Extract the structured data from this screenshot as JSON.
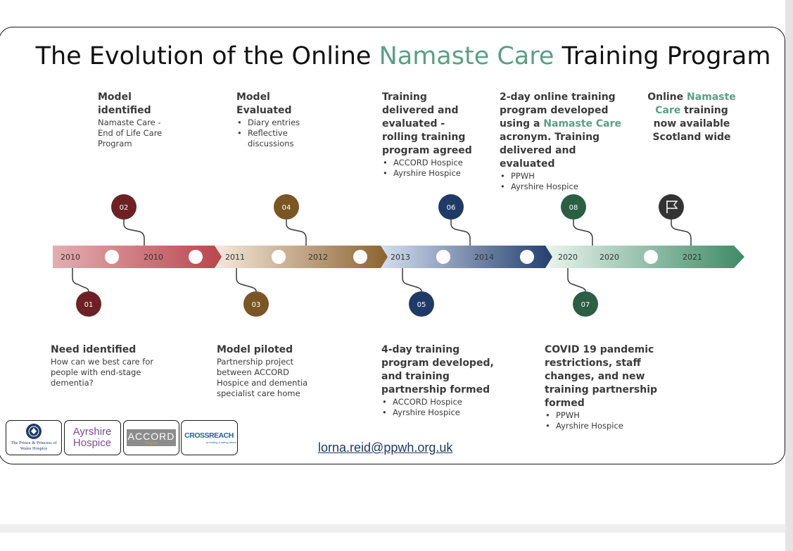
{
  "title": {
    "pre": "The Evolution of the Online ",
    "highlight": "Namaste Care",
    "post": " Training Program"
  },
  "colors": {
    "accent": "#5a9f86",
    "seg1": "#b9464d",
    "seg2": "#8b6230",
    "seg3": "#203c6b",
    "seg4": "#3f8b66"
  },
  "ticks": [
    "2010",
    "2010",
    "2011",
    "2012",
    "2013",
    "2014",
    "2020",
    "2020",
    "2021"
  ],
  "markers": [
    {
      "num": "01",
      "color": "#6d2124"
    },
    {
      "num": "02",
      "color": "#6d2124"
    },
    {
      "num": "03",
      "color": "#7a5624"
    },
    {
      "num": "04",
      "color": "#7a5624"
    },
    {
      "num": "05",
      "color": "#1f3a66"
    },
    {
      "num": "06",
      "color": "#1f3a66"
    },
    {
      "num": "07",
      "color": "#2a5f45"
    },
    {
      "num": "08",
      "color": "#2a5f45"
    },
    {
      "num": "flag-icon",
      "color": "#333333"
    }
  ],
  "milestones": {
    "m1": {
      "head": "Need identified",
      "desc": "How can we best care for people with end-stage dementia?"
    },
    "m2": {
      "head": "Model identified",
      "desc": "Namaste Care - End of Life Care Program"
    },
    "m3": {
      "head": "Model piloted",
      "desc": "Partnership project between ACCORD Hospice and dementia specialist care home"
    },
    "m4": {
      "head": "Model Evaluated",
      "bullets": [
        "Diary entries",
        "Reflective discussions"
      ]
    },
    "m5": {
      "head": "4-day training program developed, and training partnership formed",
      "bullets": [
        "ACCORD Hospice",
        "Ayrshire Hospice"
      ]
    },
    "m6": {
      "head": "Training delivered and evaluated - rolling training program agreed",
      "bullets": [
        "ACCORD Hospice",
        "Ayrshire Hospice"
      ]
    },
    "m7": {
      "head": "COVID 19 pandemic restrictions, staff changes, and new training partnership formed",
      "bullets": [
        "PPWH",
        "Ayrshire Hospice"
      ]
    },
    "m8": {
      "head_pre": "2-day online training program developed using a ",
      "head_hl": "Namaste Care",
      "head_post": " acronym. Training delivered and evaluated",
      "bullets": [
        "PPWH",
        "Ayrshire Hospice"
      ]
    },
    "m9": {
      "head_pre": "Online ",
      "head_hl": "Namaste Care",
      "head_post": " training now available Scotland wide"
    }
  },
  "logos": {
    "ppwh": "The Prince & Princess of Wales Hospice",
    "ayrshire_line1": "Ayrshire",
    "ayrshire_line2": "Hospice",
    "accord": "ACCORD",
    "accord_sub": "Hospice",
    "crossreach": "CROSSREACH",
    "crossreach_sub": "providing a caring future"
  },
  "email": "lorna.reid@ppwh.org.uk"
}
